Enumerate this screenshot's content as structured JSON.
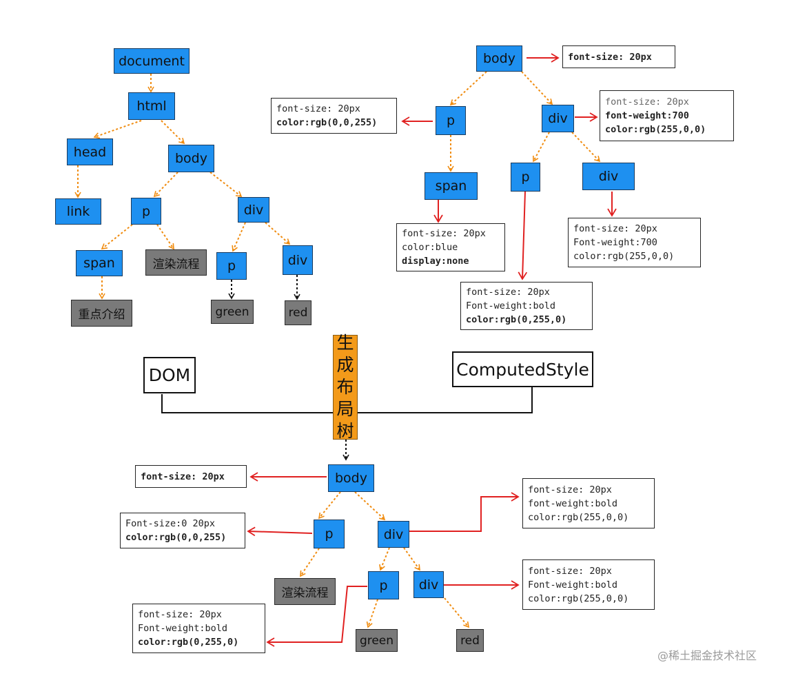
{
  "dom_tree": {
    "document": "document",
    "html": "html",
    "head": "head",
    "body": "body",
    "link": "link",
    "p": "p",
    "div": "div",
    "span": "span",
    "text_render": "渲染流程",
    "p2": "p",
    "div2": "div",
    "text_intro": "重点介绍",
    "text_green": "green",
    "text_red": "red"
  },
  "style_tree": {
    "body": "body",
    "p": "p",
    "div": "div",
    "span": "span",
    "p2": "p",
    "div2": "div",
    "body_style": [
      "font-size: 20px"
    ],
    "p_style": [
      "font-size: 20px",
      "color:rgb(0,0,255)"
    ],
    "div_style": [
      "font-size: 20px",
      "font-weight:700",
      "color:rgb(255,0,0)"
    ],
    "span_style": [
      "font-size: 20px",
      "color:blue",
      "display:none"
    ],
    "p2_style": [
      "font-size: 20px",
      "Font-weight:bold",
      "color:rgb(0,255,0)"
    ],
    "div2_style": [
      "font-size: 20px",
      "Font-weight:700",
      "color:rgb(255,0,0)"
    ]
  },
  "merge": {
    "dom_label": "DOM",
    "computed_label": "ComputedStyle",
    "action": [
      "生",
      "成",
      "布",
      "局",
      "树"
    ]
  },
  "layout_tree": {
    "body": "body",
    "p": "p",
    "div": "div",
    "p2": "p",
    "div2": "div",
    "text_render": "渲染流程",
    "text_green": "green",
    "text_red": "red",
    "body_style": [
      "font-size: 20px"
    ],
    "p_style": [
      "Font-size:0 20px",
      "color:rgb(0,0,255)"
    ],
    "div_style": [
      "font-size: 20px",
      "font-weight:bold",
      "color:rgb(255,0,0)"
    ],
    "div2_style": [
      "font-size: 20px",
      "Font-weight:bold",
      "color:rgb(255,0,0)"
    ],
    "p2_style": [
      "font-size: 20px",
      "Font-weight:bold",
      "color:rgb(0,255,0)"
    ]
  },
  "watermark": "@稀土掘金技术社区",
  "colors": {
    "node_blue": "#1e90f0",
    "node_gray": "#7a7a7a",
    "edge_orange": "#f08c10",
    "arrow_red": "#e02020",
    "label_orange": "#f39a1a"
  }
}
